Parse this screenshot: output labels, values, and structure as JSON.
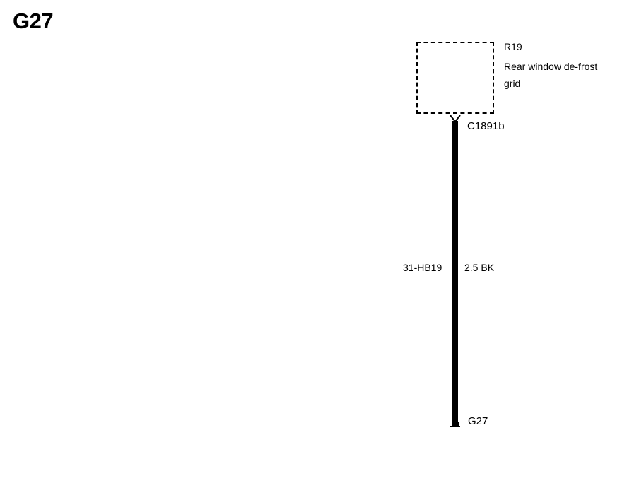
{
  "page": {
    "title": "G27"
  },
  "component": {
    "id": "R19",
    "description": "Rear window de-frost grid"
  },
  "connector": {
    "id": "C1891b"
  },
  "wire": {
    "circuit": "31-HB19",
    "spec": "2.5 BK"
  },
  "ground": {
    "id": "G27"
  }
}
